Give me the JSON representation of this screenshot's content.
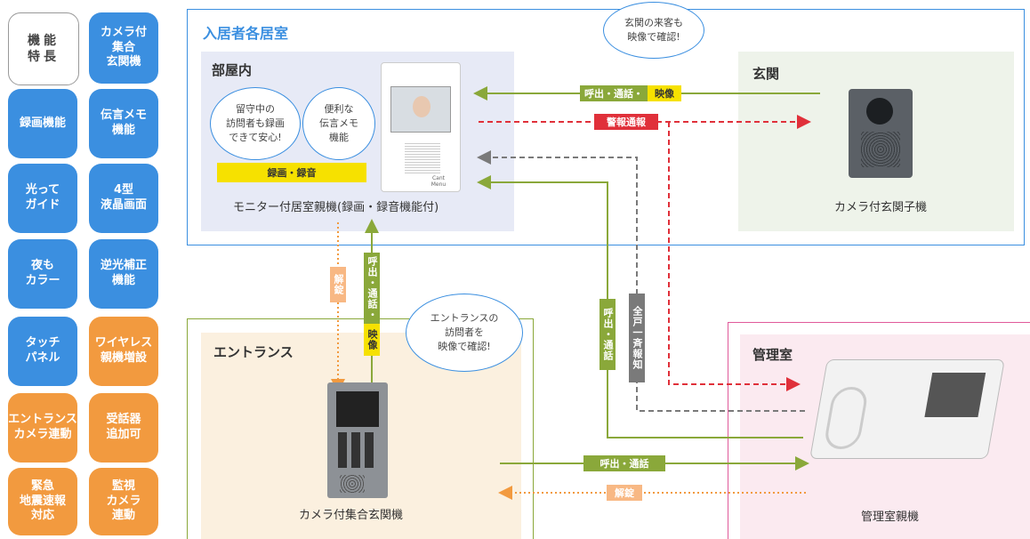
{
  "legend": "機能\n特長",
  "features": [
    {
      "text": "カメラ付\n集合\n玄関機",
      "color": "blue"
    },
    {
      "text": "録画機能",
      "color": "blue"
    },
    {
      "text": "伝言メモ\n機能",
      "color": "blue"
    },
    {
      "text": "光って\nガイド",
      "color": "blue"
    },
    {
      "text": "4型\n液晶画面",
      "color": "blue"
    },
    {
      "text": "夜も\nカラー",
      "color": "blue"
    },
    {
      "text": "逆光補正\n機能",
      "color": "blue"
    },
    {
      "text": "タッチ\nパネル",
      "color": "blue"
    },
    {
      "text": "ワイヤレス\n親機増設",
      "color": "orange"
    },
    {
      "text": "エントランス\nカメラ連動",
      "color": "orange"
    },
    {
      "text": "受話器\n追加可",
      "color": "orange"
    },
    {
      "text": "緊急\n地震速報\n対応",
      "color": "orange"
    },
    {
      "text": "監視\nカメラ\n連動",
      "color": "orange"
    }
  ],
  "zones": {
    "residents": "入居者各居室",
    "room": "部屋内",
    "entrance_door": "玄関",
    "entrance_hall": "エントランス",
    "office": "管理室"
  },
  "bubbles": {
    "absence": "留守中の\n訪問者も録画\nできて安心!",
    "memo": "便利な\n伝言メモ\n機能",
    "door_visitor": "玄関の来客も\n映像で確認!",
    "entrance_visitor": "エントランスの\n訪問者を\n映像で確認!"
  },
  "labels": {
    "rec": "録画・録音",
    "call_talk": "呼出・通話・",
    "video": "映像",
    "alarm": "警報通報",
    "unlock": "解錠",
    "call_talk_short": "呼出・通話",
    "call_talk_v": "呼出・通話",
    "all_notify": "全戸一斉報知",
    "unlock_v": "解錠",
    "video_v": "映像",
    "call_talk_v2": "呼出・通話・"
  },
  "captions": {
    "monitor": "モニター付居室親機(録画・録音機能付)",
    "door_cam": "カメラ付玄関子機",
    "entrance_cam": "カメラ付集合玄関機",
    "office_unit": "管理室親機"
  },
  "device_text": {
    "monitor_btn": "Cant\nMenu"
  },
  "colors": {
    "blue": "#3b8fe0",
    "orange": "#f29a3f",
    "green": "#8aa83a",
    "red": "#e0303a",
    "yellow": "#f6e100",
    "gray": "#7a7a7a",
    "pink": "#e05a9a"
  }
}
